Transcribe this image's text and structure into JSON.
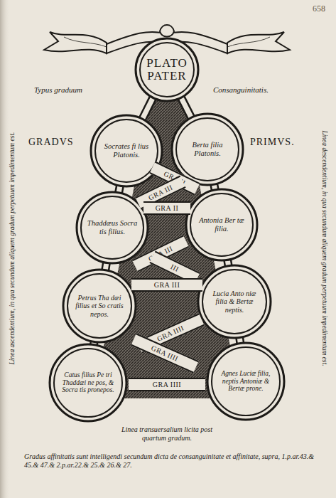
{
  "diagram": {
    "nodes": [
      {
        "text": [
          "PLATO PATER"
        ]
      },
      {
        "text": [
          "Socrates fi lius Platonis."
        ]
      },
      {
        "text": [
          "Berta filia Platonis."
        ]
      },
      {
        "text": [
          "Thaddæus Socra tis filius."
        ]
      },
      {
        "text": [
          "Antonia Ber tæ filia."
        ]
      },
      {
        "text": [
          "Petrus Tha dæi filius et So cratis nepos."
        ]
      },
      {
        "text": [
          "Lucia Anto niæ filia & Bertæ neptis."
        ]
      },
      {
        "text": [
          "Catus filius Pe tri Thaddæi ne pos, & Socra tis pronepos."
        ]
      },
      {
        "text": [
          "Agnes Luciæ filia, neptis Antoniæ & Bertæ prone."
        ]
      }
    ],
    "edges": [
      {
        "from": 0,
        "to": 1,
        "arrow": "none"
      },
      {
        "from": 0,
        "to": 2,
        "arrow": "none"
      },
      {
        "from": 1,
        "to": 3,
        "arrow": "none"
      },
      {
        "from": 2,
        "to": 4,
        "arrow": "none"
      },
      {
        "from": 3,
        "to": 5,
        "arrow": "none"
      },
      {
        "from": 4,
        "to": 6,
        "arrow": "none"
      },
      {
        "from": 5,
        "to": 7,
        "arrow": "none"
      },
      {
        "from": 6,
        "to": 8,
        "arrow": "none"
      }
    ],
    "labels": [
      "658",
      "Typus graduum",
      "Consanguinitatis.",
      "GRADVS",
      "PRIMVS.",
      "GRA II",
      "GRA III",
      "GRA II",
      "GRA III",
      "III",
      "GRA III",
      "GRA IIII",
      "GRA IIII",
      "GRA IIII",
      "Linea transuersalium licita post quartum gradum.",
      "Linea ascendentium, in qua secundum aliquem gradum perpetuum impedimentum est.",
      "Linea descendentium, in qua secundum aliquem gradum perpetuum impedimentum est.",
      "Gradus affinitatis sunt intelligendi secundum dicta de consanguinitate et affinitate, supra, 1.p.ar.43.& 45.& 47.& 2.p.ar.22.& 25.& 26.& 27."
    ]
  }
}
